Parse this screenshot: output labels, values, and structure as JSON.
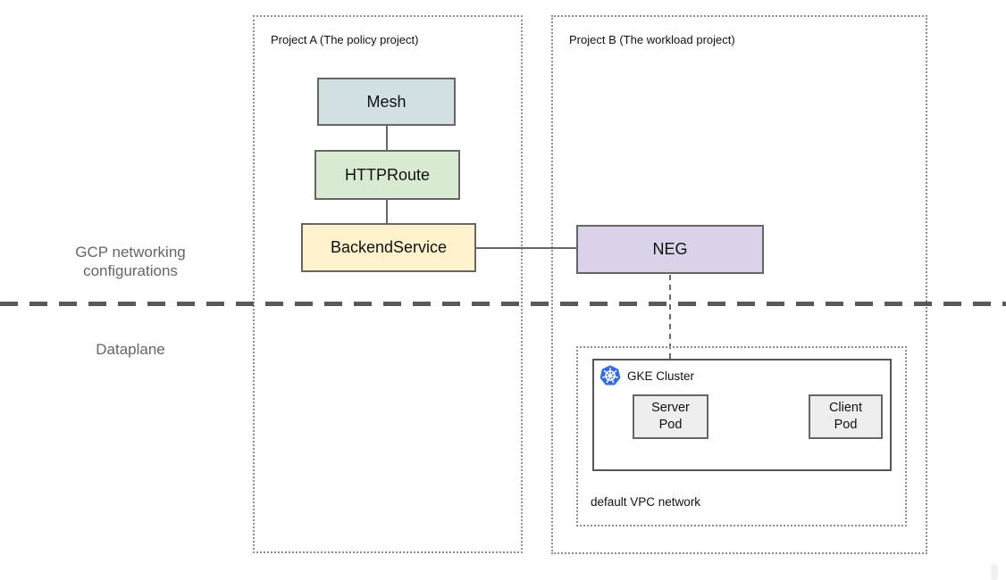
{
  "diagram": {
    "projects": [
      {
        "label": "Project A (The policy project)"
      },
      {
        "label": "Project B (The workload project)"
      }
    ],
    "layers": {
      "top_label": "GCP networking configurations",
      "bottom_label": "Dataplane"
    },
    "nodes": {
      "mesh": {
        "label": "Mesh",
        "fill": "#d0e0e3"
      },
      "httproute": {
        "label": "HTTPRoute",
        "fill": "#d9ead3"
      },
      "backend_service": {
        "label": "BackendService",
        "fill": "#fff2cc"
      },
      "neg": {
        "label": "NEG",
        "fill": "#d9d2e9"
      },
      "gke_cluster": {
        "label": "GKE Cluster"
      },
      "server_pod": {
        "line1": "Server",
        "line2": "Pod",
        "fill": "#eeeeee"
      },
      "client_pod": {
        "line1": "Client",
        "line2": "Pod",
        "fill": "#eeeeee"
      },
      "vpc": {
        "label": "default VPC network"
      }
    },
    "icons": {
      "kubernetes_icon": {
        "name": "kubernetes-logo",
        "color": "#326ce5"
      }
    },
    "edges": [
      {
        "from": "mesh",
        "to": "httproute",
        "style": "solid"
      },
      {
        "from": "httproute",
        "to": "backend_service",
        "style": "solid"
      },
      {
        "from": "backend_service",
        "to": "neg",
        "style": "solid"
      },
      {
        "from": "neg",
        "to": "server_pod",
        "style": "dashed"
      }
    ],
    "separator": {
      "style": "dashed",
      "color": "#595959"
    }
  }
}
